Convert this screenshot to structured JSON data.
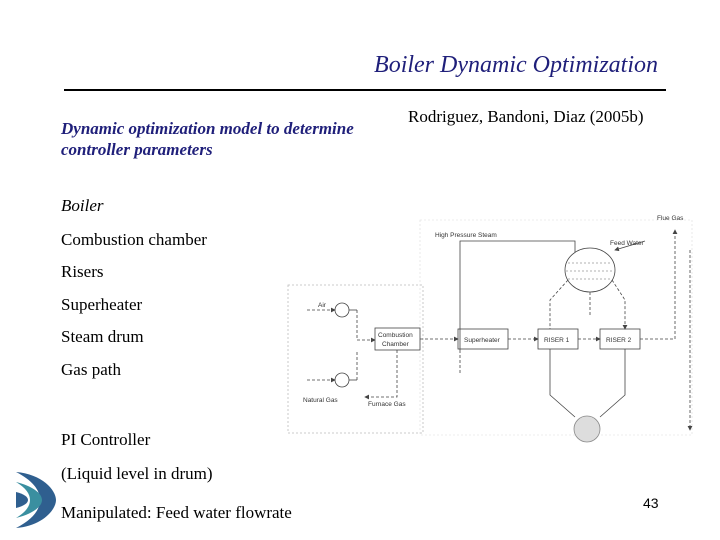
{
  "slide": {
    "title": "Boiler Dynamic Optimization",
    "subtitle": "Dynamic optimization model to determine controller parameters",
    "citation": "Rodriguez, Bandoni, Diaz (2005b)",
    "items": [
      "Boiler",
      "Combustion chamber",
      "Risers",
      "Superheater",
      "Steam drum",
      "Gas path",
      "PI Controller",
      "(Liquid level in drum)",
      "Manipulated: Feed water flowrate"
    ],
    "page_number": "43"
  },
  "diagram": {
    "labels": {
      "flue_gas": "Flue Gas",
      "high_pressure_steam": "High Pressure Steam",
      "feed_water": "Feed Water",
      "air": "Air",
      "combustion_chamber_1": "Combustion",
      "combustion_chamber_2": "Chamber",
      "superheater": "Superheater",
      "riser1": "RISER 1",
      "riser2": "RISER 2",
      "natural_gas": "Natural Gas",
      "furnace_gas": "Furnace Gas"
    }
  },
  "colors": {
    "title": "#1f1f7a",
    "text": "#000000",
    "logo_blue": "#2f5f8f",
    "logo_teal": "#3a8fa0"
  }
}
